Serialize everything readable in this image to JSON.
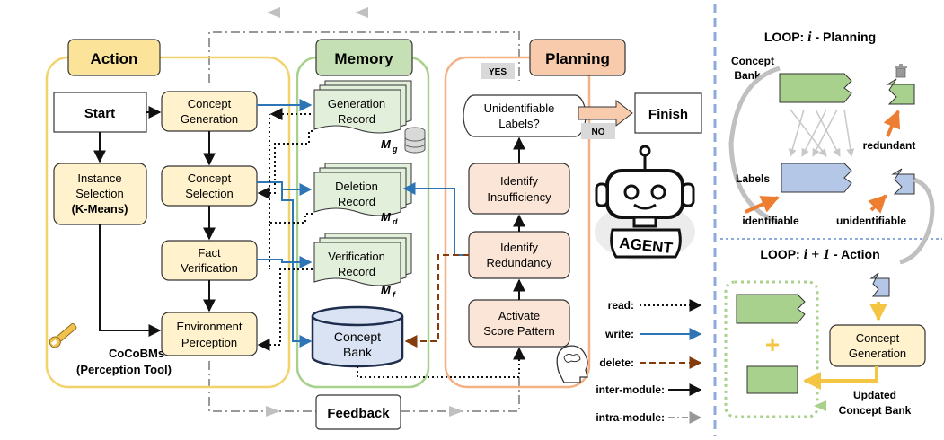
{
  "modules": {
    "action": "Action",
    "memory": "Memory",
    "planning": "Planning"
  },
  "action": {
    "start": "Start",
    "instance_selection": [
      "Instance",
      "Selection",
      "(K-Means)"
    ],
    "concept_generation": [
      "Concept",
      "Generation"
    ],
    "concept_selection": [
      "Concept",
      "Selection"
    ],
    "fact_verification": [
      "Fact",
      "Verification"
    ],
    "environment_perception": [
      "Environment",
      "Perception"
    ],
    "tool_label": [
      "CoCoBMs",
      "(Perception Tool)"
    ]
  },
  "memory": {
    "generation_record": [
      "Generation",
      "Record"
    ],
    "generation_sub": "M",
    "generation_sub_idx": "g",
    "deletion_record": [
      "Deletion",
      "Record"
    ],
    "deletion_sub": "M",
    "deletion_sub_idx": "d",
    "verification_record": [
      "Verification",
      "Record"
    ],
    "verification_sub": "M",
    "verification_sub_idx": "f",
    "concept_bank": [
      "Concept",
      "Bank"
    ]
  },
  "planning": {
    "unidentifiable": [
      "Unidentifiable",
      "Labels?"
    ],
    "yes": "YES",
    "no": "NO",
    "identify_insufficiency": [
      "Identify",
      "Insufficiency"
    ],
    "identify_redundancy": [
      "Identify",
      "Redundancy"
    ],
    "activate_score": [
      "Activate",
      "Score Pattern"
    ]
  },
  "finish": "Finish",
  "feedback": "Feedback",
  "agent": "AGENT",
  "legend": {
    "read": "read:",
    "write": "write:",
    "delete": "delete:",
    "inter_module": "inter-module:",
    "intra_module": "intra-module:"
  },
  "loop_planning": {
    "title_prefix": "LOOP: ",
    "title_var": "i",
    "title_suffix": " - Planning",
    "concept_bank": [
      "Concept",
      "Bank"
    ],
    "labels": "Labels",
    "redundant": "redundant",
    "identifiable": "identifiable",
    "unidentifiable": "unidentifiable"
  },
  "loop_action": {
    "title_prefix": "LOOP: ",
    "title_var": "i + 1",
    "title_suffix": " - Action",
    "concept_generation": [
      "Concept",
      "Generation"
    ],
    "updated_bank": [
      "Updated",
      "Concept Bank"
    ],
    "plus": "+"
  },
  "colors": {
    "action": "#f5d76e",
    "action_fill": "#fff6d8",
    "memory": "#a9d18e",
    "memory_fill": "#e2efda",
    "planning": "#f4b183",
    "planning_fill": "#fbe5d6",
    "blue": "#2e75b6",
    "brown": "#843c0c",
    "divider": "#8faadc",
    "green_block": "#a9d18e",
    "blue_block": "#b4c7e7",
    "orange_arrow": "#ed7d31",
    "gold_arrow": "#f4c542"
  }
}
